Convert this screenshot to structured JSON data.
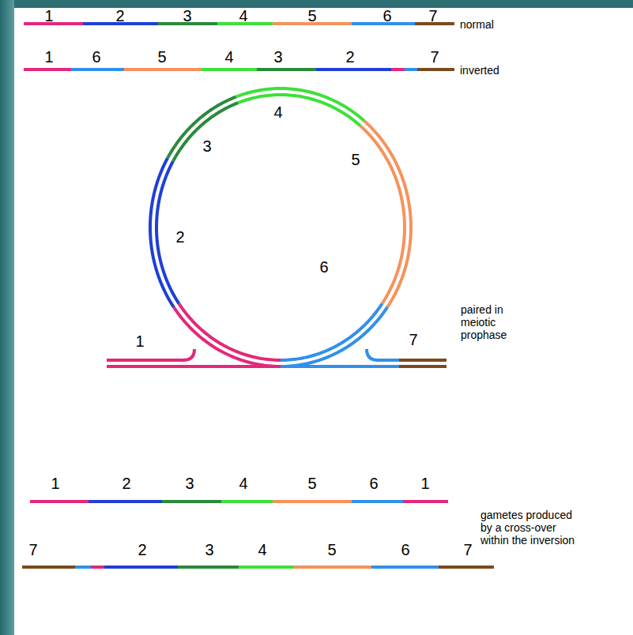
{
  "diagram": {
    "labels": [
      "1",
      "2",
      "3",
      "4",
      "5",
      "6",
      "7",
      "normal",
      "1",
      "6",
      "5",
      "4",
      "3",
      "2",
      "7",
      "inverted",
      "4",
      "3",
      "5",
      "2",
      "6",
      "1",
      "7",
      "paired in meiotic prophase",
      "1",
      "2",
      "3",
      "4",
      "5",
      "6",
      "1",
      "gametes produced by a cross-over within the inversion",
      "7",
      "2",
      "3",
      "4",
      "5",
      "6",
      "7"
    ]
  }
}
